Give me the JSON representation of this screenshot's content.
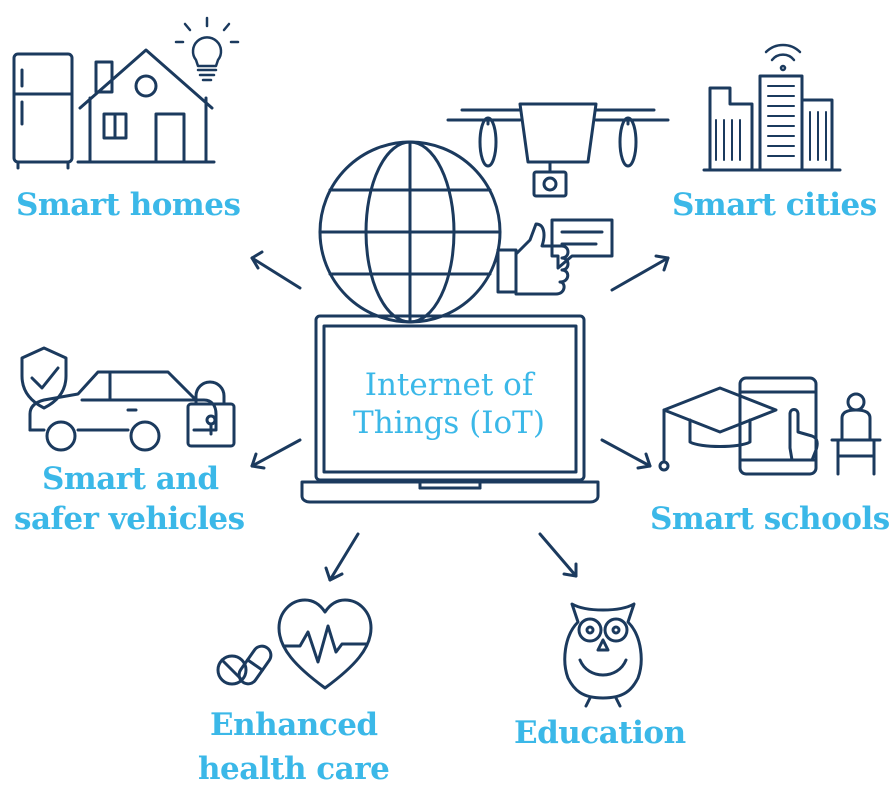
{
  "center_label": [
    "Internet of",
    "Things (IoT)"
  ],
  "labels": {
    "smart_homes": "Smart homes",
    "smart_cities": "Smart cities",
    "vehicles_line1": "Smart and",
    "vehicles_line2": "safer vehicles",
    "smart_schools": "Smart schools",
    "health_line1": "Enhanced",
    "health_line2": "health care",
    "education": "Education"
  },
  "icons": [
    "fridge-icon",
    "house-icon",
    "lightbulb-icon",
    "drone-icon",
    "city-buildings-icon",
    "wifi-icon",
    "globe-icon",
    "thumbs-up-icon",
    "chat-bubble-icon",
    "laptop-icon",
    "shield-check-icon",
    "car-icon",
    "padlock-icon",
    "graduation-cap-icon",
    "tablet-icon",
    "student-at-desk-icon",
    "pills-icon",
    "heartbeat-icon",
    "owl-icon"
  ],
  "colors": {
    "icon_stroke": "#1b3a5e",
    "label_text": "#3bb8e8",
    "background": "#ffffff"
  }
}
